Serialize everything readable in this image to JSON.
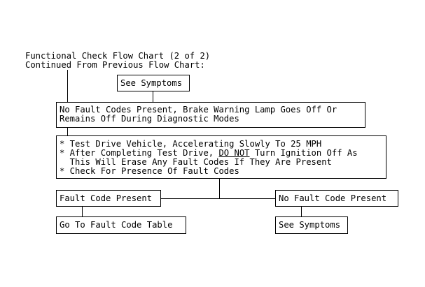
{
  "header": {
    "line1": "Functional Check Flow Chart (2 of 2)",
    "line2": "Continued From Previous Flow Chart:"
  },
  "nodes": {
    "see_symptoms_top": "See Symptoms",
    "no_fault_present": {
      "line1": "No Fault Codes Present, Brake Warning Lamp Goes Off Or",
      "line2": "Remains Off During Diagnostic Modes"
    },
    "test_drive": {
      "line1": "* Test Drive Vehicle, Accelerating Slowly To 25 MPH",
      "line2_before": "* After Completing Test Drive, ",
      "line2_emph": "DO NOT",
      "line2_after": " Turn Ignition Off As",
      "line3": "  This Will Erase Any Fault Codes If They Are Present",
      "line4": "* Check For Presence Of Fault Codes"
    },
    "fault_code_present": "Fault Code Present",
    "no_fault_code_present": "No Fault Code Present",
    "go_to_fault_table": "Go To Fault Code Table",
    "see_symptoms_bottom": "See Symptoms"
  }
}
